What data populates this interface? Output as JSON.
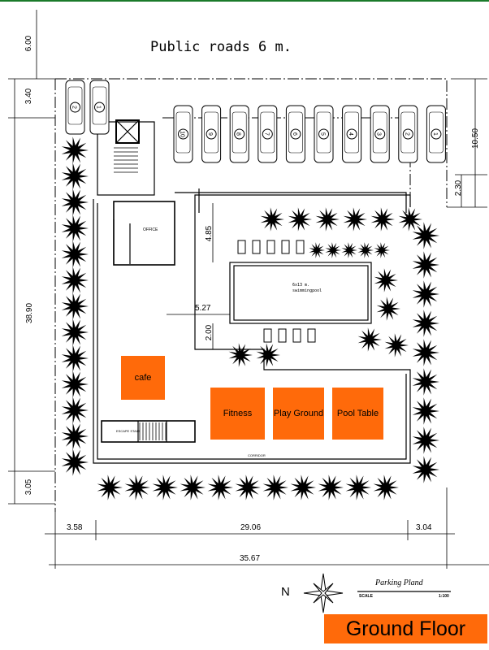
{
  "header": {
    "road_label": "Public roads 6 m."
  },
  "dimensions": {
    "left": [
      "6.00",
      "3.40",
      "38.90",
      "3.05"
    ],
    "right": [
      "10.50",
      "2.30"
    ],
    "bottom_row1": [
      "3.58",
      "29.06",
      "3.04"
    ],
    "bottom_total": "35.67",
    "inner": {
      "top_gap": "4.85",
      "pool_offset": "5.27",
      "pool_gap": "2.00"
    }
  },
  "parking": {
    "left_cars": [
      "2",
      "1"
    ],
    "main_cars": [
      "10",
      "9",
      "8",
      "7",
      "6",
      "5",
      "4",
      "3",
      "2",
      "1"
    ]
  },
  "rooms": {
    "office": "OFFICE",
    "pool": {
      "size": "6x13 m.",
      "name": "swimmingpool"
    },
    "escape_stair": "ESCAPE STAIR",
    "corridor": "CORRIDOR",
    "cafe": "cafe",
    "fitness": "Fitness",
    "playground": "Play Ground",
    "pool_table": "Pool Table"
  },
  "legend": {
    "north": "N",
    "plan_title": "Parking Pland",
    "scale_label": "SCALE",
    "scale_value": "1:100",
    "floor_title": "Ground Floor"
  },
  "colors": {
    "accent": "#ff6a0a",
    "top_line": "#1a7a2a"
  }
}
